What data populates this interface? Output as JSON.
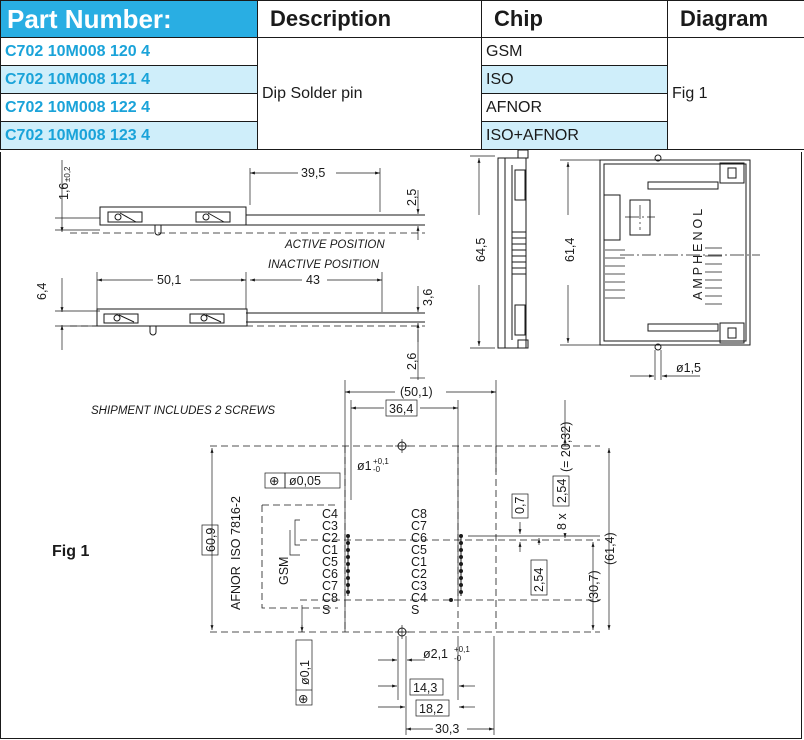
{
  "table": {
    "headers": {
      "part_number": "Part Number:",
      "description": "Description",
      "chip": "Chip",
      "diagram": "Diagram"
    },
    "rows": [
      {
        "part_number": "C702 10M008 120 4",
        "chip": "GSM"
      },
      {
        "part_number": "C702 10M008 121 4",
        "chip": "ISO"
      },
      {
        "part_number": "C702 10M008 122 4",
        "chip": "AFNOR"
      },
      {
        "part_number": "C702 10M008 123 4",
        "chip": "ISO+AFNOR"
      }
    ],
    "description": "Dip Solder pin",
    "diagram": "Fig 1"
  },
  "drawing": {
    "side_view": {
      "dim_height": "1,6",
      "dim_height_tol": "±0,2",
      "dim_length": "39,5",
      "dim_right": "2,5",
      "active_label": "ACTIVE POSITION",
      "inactive_label": "INACTIVE POSITION",
      "dim_inactive_height": "6,4",
      "dim_inactive_length": "50,1",
      "dim_inactive_len2": "43",
      "dim_inactive_right": "3,6",
      "dim_bottom": "2,6"
    },
    "end_view": {
      "dim_height": "64,5"
    },
    "top_view": {
      "dim_height": "61,4",
      "brand": "AMPHENOL",
      "dim_hole": "ø1,5"
    },
    "footprint": {
      "shipment_note": "SHIPMENT INCLUDES 2 SCREWS",
      "fig_label": "Fig 1",
      "dim_total_width": "(50,1)",
      "dim_hole_offset": "36,4",
      "dim_pitch": "(= 20,32)",
      "dim_pitch_count": "8 x",
      "dim_pitch_box": "2,54",
      "hole_dia": "ø1",
      "hole_dia_tol_plus": "+0,1",
      "hole_dia_tol_minus": "-0",
      "position_tol": "ø0,05",
      "position_tol_vertical": "ø0,1",
      "iso_label": "ISO 7816-2",
      "afnor_label": "AFNOR",
      "gsm_label": "GSM",
      "dim_left_height": "60,9",
      "dim_07": "0,7",
      "dim_254": "2,54",
      "dim_right_total": "(61,4)",
      "dim_right_half": "(30,7)",
      "screw_dia": "ø2,1",
      "screw_dia_tol_plus": "+0,1",
      "screw_dia_tol_minus": "-0",
      "dim_143": "14,3",
      "dim_182": "18,2",
      "dim_303": "30,3",
      "contacts_left": [
        "C4",
        "C3",
        "C2",
        "C1",
        "C5",
        "C6",
        "C7",
        "C8",
        "S"
      ],
      "contacts_right": [
        "C8",
        "C7",
        "C6",
        "C5",
        "C1",
        "C2",
        "C3",
        "C4",
        "S"
      ]
    }
  }
}
